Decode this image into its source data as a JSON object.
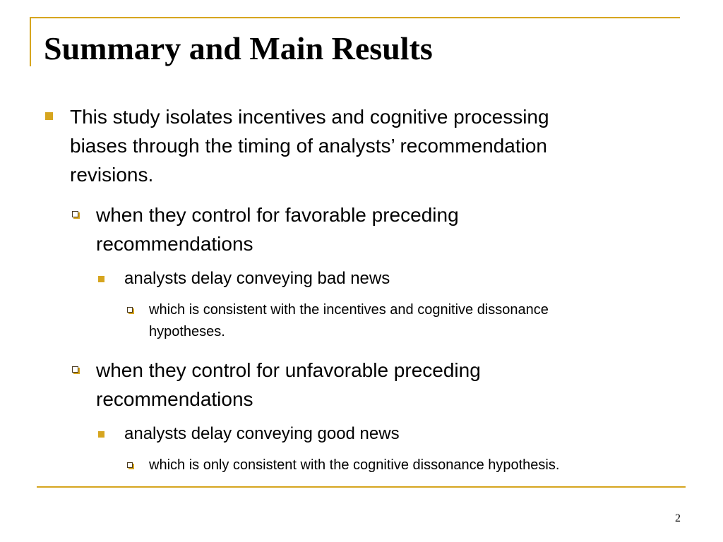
{
  "slide": {
    "title": "Summary and Main Results",
    "page_number": "2",
    "accent_color": "#d6a51f"
  },
  "bullets": {
    "b1": {
      "line1": "This study isolates incentives and cognitive processing",
      "line2": "biases through the timing of analysts’ recommendation",
      "line3": "revisions."
    },
    "b1_1": {
      "line1": "when they control for favorable preceding",
      "line2": "recommendations"
    },
    "b1_1_1": {
      "line1": "analysts delay conveying bad news"
    },
    "b1_1_1_1": {
      "line1": "which is consistent with the incentives and cognitive dissonance",
      "line2": "hypotheses."
    },
    "b1_2": {
      "line1": "when they control for unfavorable preceding",
      "line2": "recommendations"
    },
    "b1_2_1": {
      "line1": "analysts delay conveying good news"
    },
    "b1_2_1_1": {
      "line1": "which is only consistent with the cognitive dissonance hypothesis."
    }
  },
  "icons": {
    "level1": "filled-square-bullet-icon",
    "level2": "hollow-box-bullet-icon",
    "level3": "filled-square-bullet-icon",
    "level4": "hollow-box-bullet-icon"
  }
}
